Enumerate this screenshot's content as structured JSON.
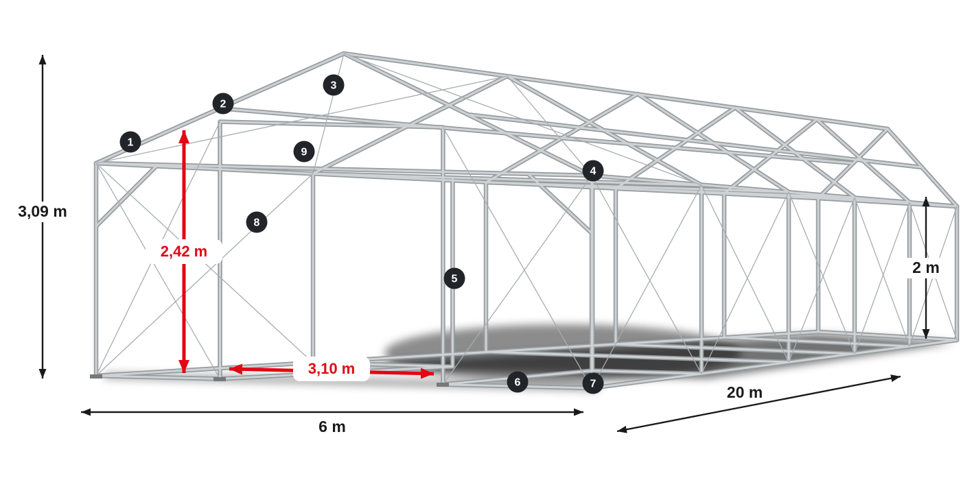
{
  "diagram": {
    "dimensions": {
      "total_height": "3,09 m",
      "door_height": "2,42 m",
      "door_width": "3,10 m",
      "width": "6 m",
      "length": "20 m",
      "side_height": "2 m"
    },
    "markers": [
      "1",
      "2",
      "3",
      "4",
      "5",
      "6",
      "7",
      "8",
      "9"
    ],
    "colors": {
      "accent_red": "#e30613",
      "dim_black": "#1a1a1a",
      "frame_tube_dark": "#969c9f",
      "frame_tube_light": "#ced2d4",
      "cable": "#a8adb0",
      "marker_bg": "#212529",
      "marker_text": "#ffffff",
      "background": "#ffffff"
    }
  }
}
